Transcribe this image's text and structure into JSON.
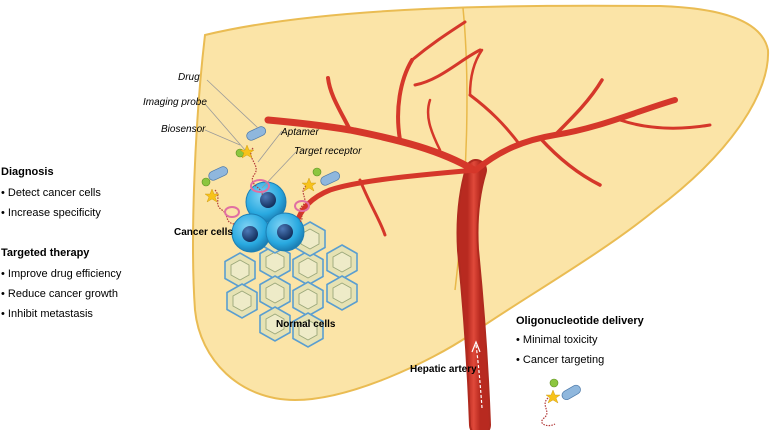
{
  "labels": {
    "drug": "Drug",
    "imaging_probe": "Imaging probe",
    "biosensor": "Biosensor",
    "aptamer": "Aptamer",
    "target_receptor": "Target receptor",
    "cancer_cells": "Cancer cells",
    "normal_cells": "Normal cells",
    "hepatic_artery": "Hepatic artery"
  },
  "diagnosis": {
    "title": "Diagnosis",
    "items": [
      "• Detect cancer cells",
      "• Increase specificity"
    ]
  },
  "targeted_therapy": {
    "title": "Targeted therapy",
    "items": [
      "• Improve drug efficiency",
      "• Reduce cancer growth",
      "• Inhibit metastasis"
    ]
  },
  "oligo_delivery": {
    "title": "Oligonucleotide delivery",
    "items": [
      "• Minimal toxicity",
      "• Cancer targeting"
    ]
  },
  "colors": {
    "liver_fill": "#fbe3a3",
    "liver_stroke": "#e9b94a",
    "artery": "#d5372a",
    "cancer_cell": "#29a9e0",
    "nucleus": "#1a3f7a",
    "normal_cell": "#e5e1b0",
    "drug_capsule": "#8fb7dd",
    "imaging_probe": "#8cc63f",
    "biosensor": "#f7c21b",
    "aptamer": "#b33a3a"
  }
}
